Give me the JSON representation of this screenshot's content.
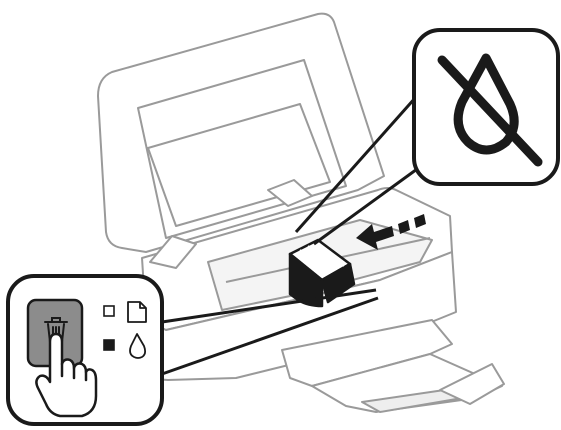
{
  "figure": {
    "subject": "printer-ink-cartridge-replacement",
    "icons": {
      "no_ink_callout": "ink-out-drop-icon",
      "ink_button": "ink-trash-button-icon",
      "paper_light_label": "paper-icon",
      "ink_light_label": "ink-drop-icon",
      "pointer": "pointing-hand-icon",
      "direction": "move-left-arrow-icon"
    },
    "lights": {
      "paper_light": "off",
      "ink_light": "on"
    },
    "colors": {
      "outline": "#1a1a1a",
      "printer_line": "#9a9a9a",
      "button_fill": "#8c8c8c",
      "cartridge_fill": "#1a1a1a"
    }
  }
}
